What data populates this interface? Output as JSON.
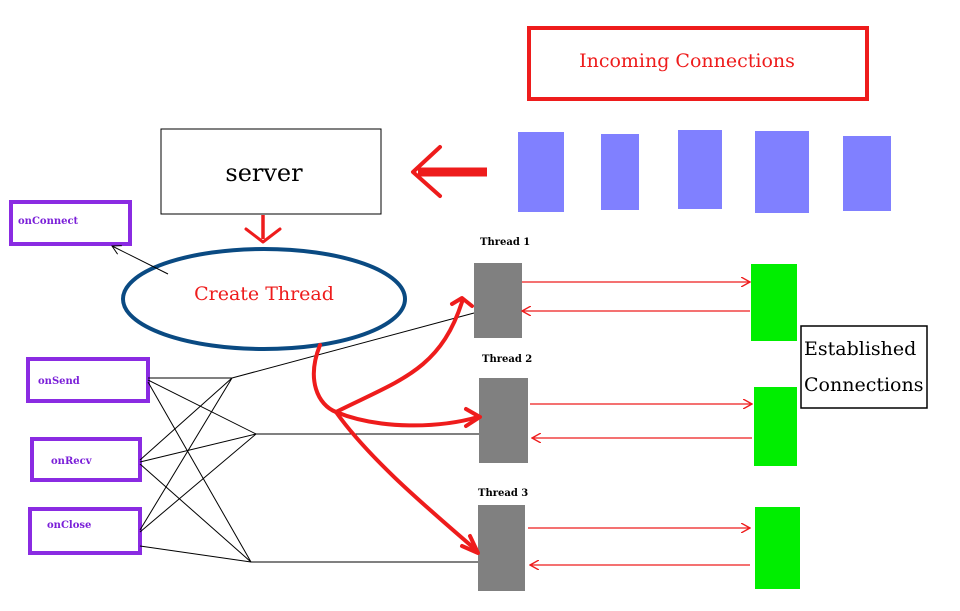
{
  "incoming": {
    "label": "Incoming Connections"
  },
  "server": {
    "label": "server"
  },
  "create_thread": {
    "label": "Create Thread"
  },
  "established": {
    "line1": "Established",
    "line2": "Connections"
  },
  "callbacks": {
    "on_connect": "onConnect",
    "on_send": "onSend",
    "on_recv": "onRecv",
    "on_close": "onClose"
  },
  "threads": [
    {
      "label": "Thread 1"
    },
    {
      "label": "Thread 2"
    },
    {
      "label": "Thread 3"
    }
  ],
  "colors": {
    "red": "#ee1c1c",
    "connection_block": "#8080ff",
    "thread_block": "#808080",
    "established_block": "#00ee00",
    "callback_border": "#8a2be2",
    "callback_text": "#7a1fd8",
    "ellipse_border": "#0a4a82",
    "black": "#000000"
  }
}
